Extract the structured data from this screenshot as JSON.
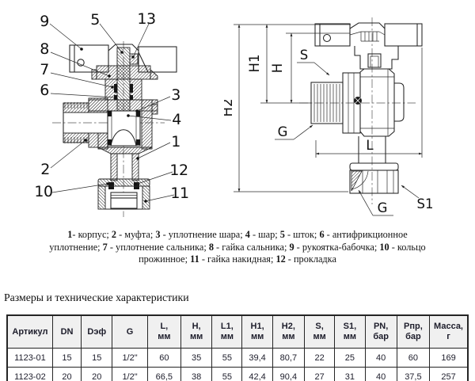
{
  "left": {
    "c1": "1",
    "c2": "2",
    "c3": "3",
    "c4": "4",
    "c5": "5",
    "c6": "6",
    "c7": "7",
    "c8": "8",
    "c9": "9",
    "c10": "10",
    "c11": "11",
    "c12": "12",
    "c13": "13"
  },
  "right": {
    "h2": "H2",
    "h1": "H1",
    "h": "H",
    "s": "S",
    "g_side": "G",
    "l": "L",
    "g_bottom": "G",
    "s1": "S1"
  },
  "legend": {
    "items": [
      {
        "num": "1",
        "name": "корпус"
      },
      {
        "num": "2",
        "name": "муфта"
      },
      {
        "num": "3",
        "name": "уплотнение шара"
      },
      {
        "num": "4",
        "name": "шар"
      },
      {
        "num": "5",
        "name": "шток"
      },
      {
        "num": "6",
        "name": "антифрикционное уплотнение"
      },
      {
        "num": "7",
        "name": "уплотнение сальника"
      },
      {
        "num": "8",
        "name": "гайка сальника"
      },
      {
        "num": "9",
        "name": "рукоятка-бабочка"
      },
      {
        "num": "10",
        "name": "кольцо прожинное"
      },
      {
        "num": "11",
        "name": "гайка накидная"
      },
      {
        "num": "12",
        "name": "прокладка"
      }
    ]
  },
  "section": {
    "title": "Размеры и технические характеристики"
  },
  "table": {
    "headers": [
      {
        "l1": "Артикул",
        "l2": ""
      },
      {
        "l1": "DN",
        "l2": ""
      },
      {
        "l1": "Dэф",
        "l2": ""
      },
      {
        "l1": "G",
        "l2": ""
      },
      {
        "l1": "L,",
        "l2": "мм"
      },
      {
        "l1": "H,",
        "l2": "мм"
      },
      {
        "l1": "L1,",
        "l2": "мм"
      },
      {
        "l1": "H1,",
        "l2": "мм"
      },
      {
        "l1": "H2,",
        "l2": "мм"
      },
      {
        "l1": "S,",
        "l2": "мм"
      },
      {
        "l1": "S1,",
        "l2": "мм"
      },
      {
        "l1": "PN,",
        "l2": "бар"
      },
      {
        "l1": "Рпр,",
        "l2": "бар"
      },
      {
        "l1": "Масса,",
        "l2": "г"
      }
    ],
    "rows": [
      [
        "1123-01",
        "15",
        "15",
        "1/2\"",
        "60",
        "35",
        "55",
        "39,4",
        "80,7",
        "22",
        "25",
        "40",
        "60",
        "169"
      ],
      [
        "1123-02",
        "20",
        "20",
        "1/2\"",
        "66,5",
        "38",
        "55",
        "42,4",
        "90,4",
        "27",
        "31",
        "40",
        "37,5",
        "257"
      ]
    ]
  }
}
